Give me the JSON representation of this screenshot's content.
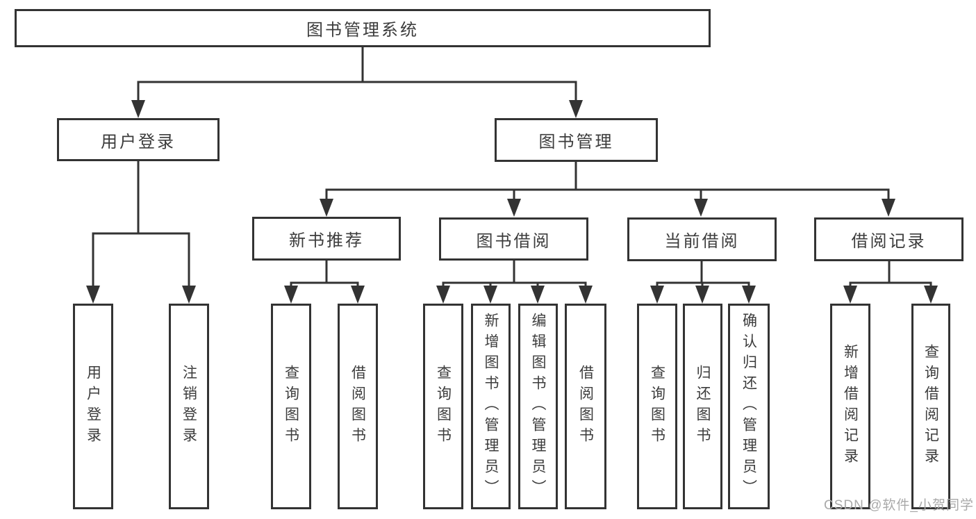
{
  "tree": {
    "root": {
      "label": "图书管理系统",
      "children": [
        {
          "label": "用户登录",
          "children": [
            {
              "label": "用户登录"
            },
            {
              "label": "注销登录"
            }
          ]
        },
        {
          "label": "图书管理",
          "children": [
            {
              "label": "新书推荐",
              "children": [
                {
                  "label": "查询图书"
                },
                {
                  "label": "借阅图书"
                }
              ]
            },
            {
              "label": "图书借阅",
              "children": [
                {
                  "label": "查询图书"
                },
                {
                  "label": "新增图书（管理员）"
                },
                {
                  "label": "编辑图书（管理员）"
                },
                {
                  "label": "借阅图书"
                }
              ]
            },
            {
              "label": "当前借阅",
              "children": [
                {
                  "label": "查询图书"
                },
                {
                  "label": "归还图书"
                },
                {
                  "label": "确认归还（管理员）"
                }
              ]
            },
            {
              "label": "借阅记录",
              "children": [
                {
                  "label": "新增借阅记录"
                },
                {
                  "label": "查询借阅记录"
                }
              ]
            }
          ]
        }
      ]
    }
  },
  "watermark": {
    "text": "CSDN @软件_小贺同学"
  },
  "colors": {
    "line": "#333333",
    "box_border": "#333333",
    "text": "#3c3c3c",
    "background": "#ffffff",
    "watermark": "#a9a9a9"
  }
}
